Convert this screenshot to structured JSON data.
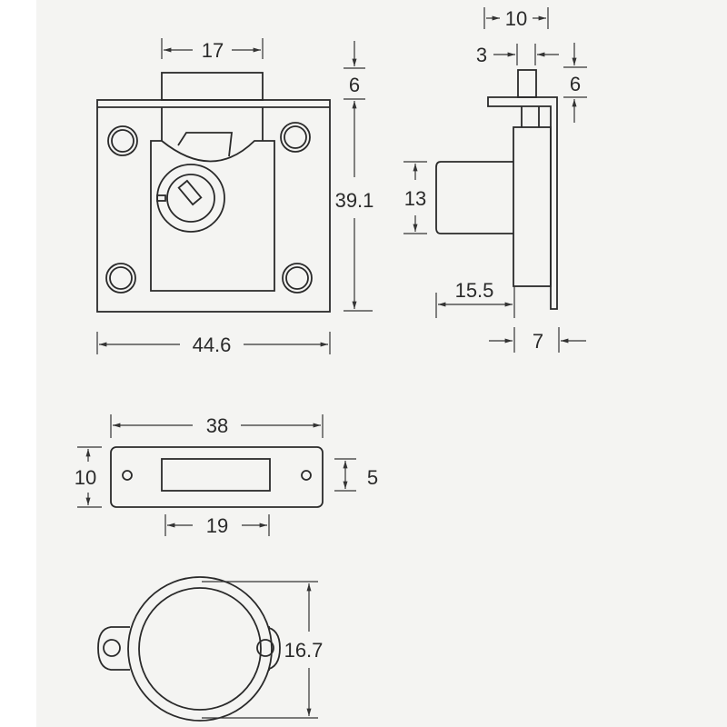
{
  "front_view": {
    "width_bolt": "17",
    "bolt_offset": "6",
    "height": "39.1",
    "width": "44.6"
  },
  "side_view": {
    "total_depth": "10",
    "pin_offset": "3",
    "pin_height": "6",
    "body_height": "13",
    "body_depth": "15.5",
    "plate_depth": "7"
  },
  "strike_plate": {
    "length": "38",
    "height": "10",
    "slot_height": "5",
    "slot_length": "19"
  },
  "escutcheon": {
    "diameter": "16.7"
  },
  "colors": {
    "line": "#2a2a2a",
    "background": "#f4f4f2"
  }
}
